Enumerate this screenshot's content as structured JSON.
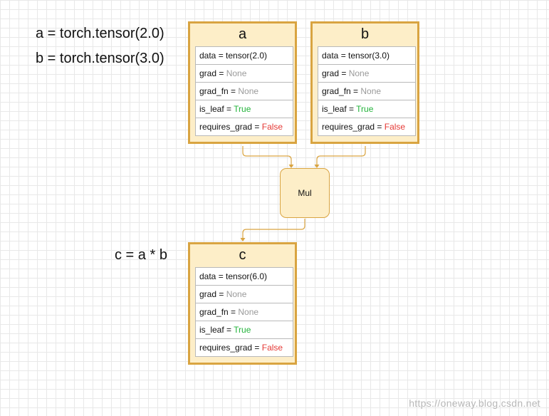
{
  "code_lines": {
    "a_def": "a = torch.tensor(2.0)",
    "b_def": "b = torch.tensor(3.0)",
    "c_def": "c = a * b"
  },
  "tensors": {
    "a": {
      "name": "a",
      "data_label": "data = ",
      "data_value": "tensor(2.0)",
      "grad_label": "grad = ",
      "grad_value": "None",
      "grad_fn_label": "grad_fn = ",
      "grad_fn_value": "None",
      "is_leaf_label": "is_leaf = ",
      "is_leaf_value": "True",
      "requires_grad_label": "requires_grad = ",
      "requires_grad_value": "False"
    },
    "b": {
      "name": "b",
      "data_label": "data = ",
      "data_value": "tensor(3.0)",
      "grad_label": "grad = ",
      "grad_value": "None",
      "grad_fn_label": "grad_fn = ",
      "grad_fn_value": "None",
      "is_leaf_label": "is_leaf = ",
      "is_leaf_value": "True",
      "requires_grad_label": "requires_grad = ",
      "requires_grad_value": "False"
    },
    "c": {
      "name": "c",
      "data_label": "data = ",
      "data_value": "tensor(6.0)",
      "grad_label": "grad = ",
      "grad_value": "None",
      "grad_fn_label": "grad_fn = ",
      "grad_fn_value": "None",
      "is_leaf_label": "is_leaf = ",
      "is_leaf_value": "True",
      "requires_grad_label": "requires_grad = ",
      "requires_grad_value": "False"
    }
  },
  "op_node": {
    "label": "Mul"
  },
  "colors": {
    "node_fill": "#fdeec8",
    "node_border": "#d9a441",
    "value_none": "#9a9a9a",
    "value_true": "#22b33a",
    "value_false": "#e53935"
  },
  "watermark": "https://oneway.blog.csdn.net"
}
